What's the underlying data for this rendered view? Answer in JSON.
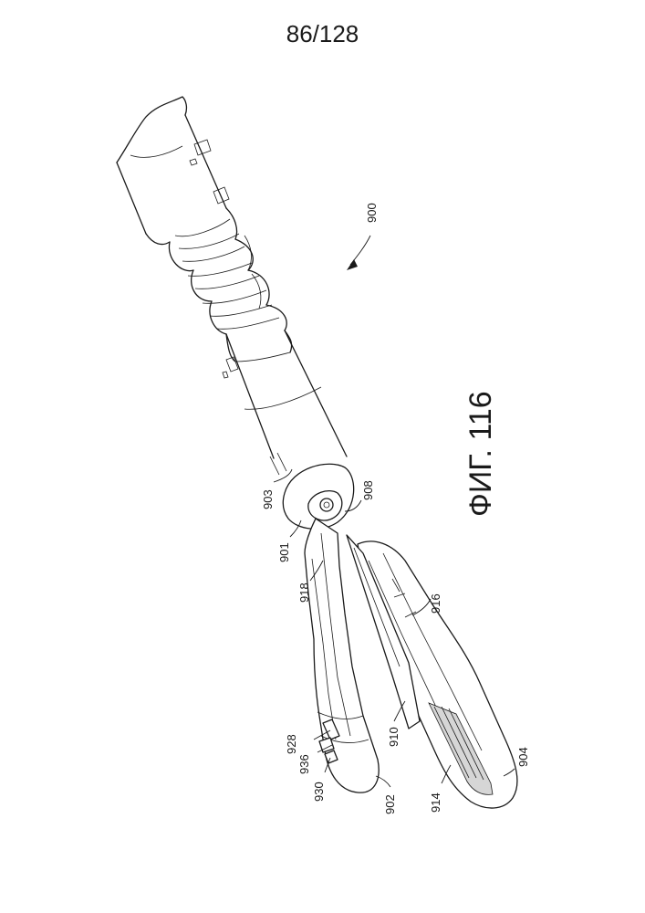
{
  "page_number": "86/128",
  "figure_label": "ФИГ. 116",
  "reference_numerals": {
    "r900": "900",
    "r903": "903",
    "r901": "901",
    "r908": "908",
    "r918": "918",
    "r916": "916",
    "r928": "928",
    "r936": "936",
    "r930": "930",
    "r910": "910",
    "r902": "902",
    "r914": "914",
    "r904": "904"
  }
}
